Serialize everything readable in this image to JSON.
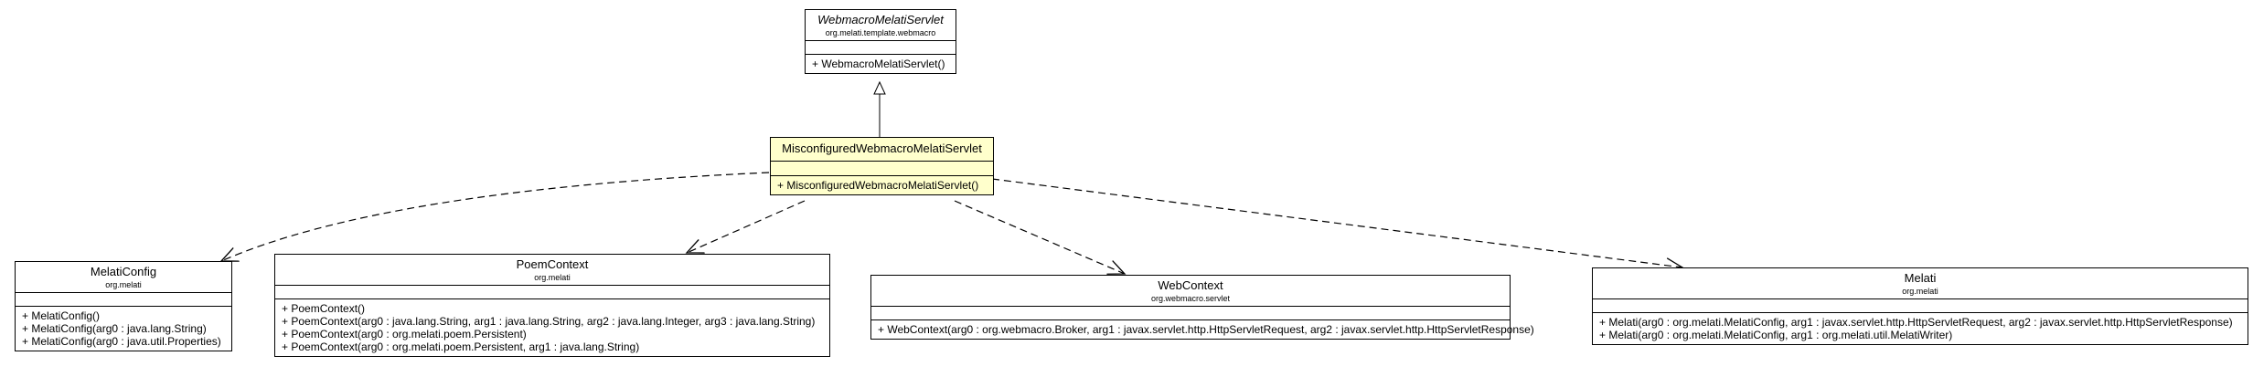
{
  "classes": {
    "webmacro_servlet": {
      "name": "WebmacroMelatiServlet",
      "package": "org.melati.template.webmacro",
      "operations": [
        "+ WebmacroMelatiServlet()"
      ]
    },
    "misconfigured": {
      "name": "MisconfiguredWebmacroMelatiServlet",
      "package": "",
      "operations": [
        "+ MisconfiguredWebmacroMelatiServlet()"
      ]
    },
    "melati_config": {
      "name": "MelatiConfig",
      "package": "org.melati",
      "operations": [
        "+ MelatiConfig()",
        "+ MelatiConfig(arg0 : java.lang.String)",
        "+ MelatiConfig(arg0 : java.util.Properties)"
      ]
    },
    "poem_context": {
      "name": "PoemContext",
      "package": "org.melati",
      "operations": [
        "+ PoemContext()",
        "+ PoemContext(arg0 : java.lang.String, arg1 : java.lang.String, arg2 : java.lang.Integer, arg3 : java.lang.String)",
        "+ PoemContext(arg0 : org.melati.poem.Persistent)",
        "+ PoemContext(arg0 : org.melati.poem.Persistent, arg1 : java.lang.String)"
      ]
    },
    "web_context": {
      "name": "WebContext",
      "package": "org.webmacro.servlet",
      "operations": [
        "+ WebContext(arg0 : org.webmacro.Broker, arg1 : javax.servlet.http.HttpServletRequest, arg2 : javax.servlet.http.HttpServletResponse)"
      ]
    },
    "melati": {
      "name": "Melati",
      "package": "org.melati",
      "operations": [
        "+ Melati(arg0 : org.melati.MelatiConfig, arg1 : javax.servlet.http.HttpServletRequest, arg2 : javax.servlet.http.HttpServletResponse)",
        "+ Melati(arg0 : org.melati.MelatiConfig, arg1 : org.melati.util.MelatiWriter)"
      ]
    }
  },
  "colors": {
    "highlight_fill": "#ffffcc",
    "line": "#000000"
  }
}
